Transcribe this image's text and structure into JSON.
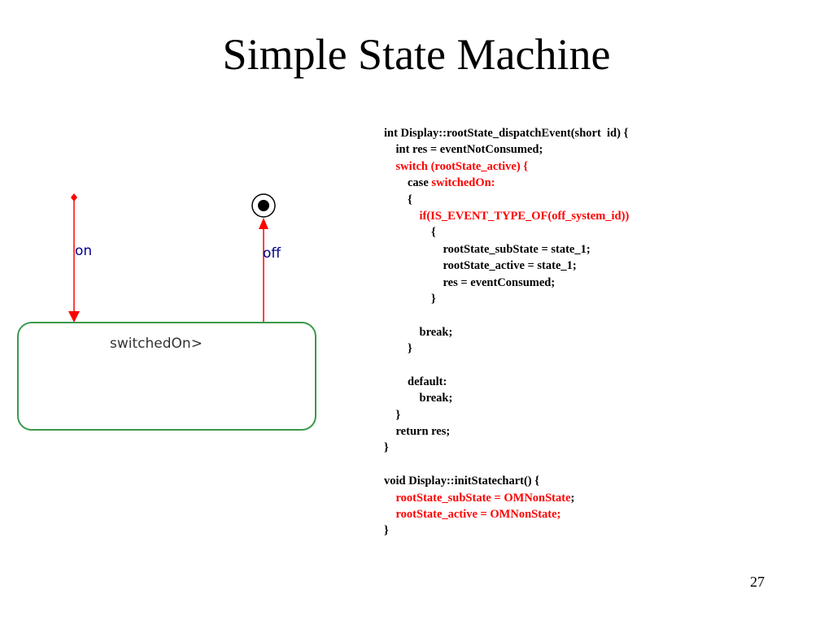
{
  "title": "Simple State Machine",
  "diagram": {
    "state_label": "switchedOn>",
    "on_label": "on",
    "off_label": "off",
    "colors": {
      "transition": "#ff0000",
      "state_border": "#3a9a4a",
      "label": "#00008b"
    }
  },
  "code": {
    "lines": [
      [
        {
          "t": "int Display::rootState_dispatchEvent(short  id) {",
          "red": false
        }
      ],
      [
        {
          "t": "    int res = eventNotConsumed;",
          "red": false
        }
      ],
      [
        {
          "t": "    switch (rootState_active) {",
          "red": true
        }
      ],
      [
        {
          "t": "        case ",
          "red": false
        },
        {
          "t": "switchedOn:",
          "red": true
        }
      ],
      [
        {
          "t": "        {",
          "red": false
        }
      ],
      [
        {
          "t": "            if(IS_EVENT_TYPE_OF(off_system_id))",
          "red": true
        }
      ],
      [
        {
          "t": "                {",
          "red": false
        }
      ],
      [
        {
          "t": "                    rootState_subState = state_1;",
          "red": false
        }
      ],
      [
        {
          "t": "                    rootState_active = state_1;",
          "red": false
        }
      ],
      [
        {
          "t": "                    res = eventConsumed;",
          "red": false
        }
      ],
      [
        {
          "t": "                }",
          "red": false
        }
      ],
      [
        {
          "t": "",
          "red": false
        }
      ],
      [
        {
          "t": "            break;",
          "red": false
        }
      ],
      [
        {
          "t": "        }",
          "red": false
        }
      ],
      [
        {
          "t": "",
          "red": false
        }
      ],
      [
        {
          "t": "        default:",
          "red": false
        }
      ],
      [
        {
          "t": "            break;",
          "red": false
        }
      ],
      [
        {
          "t": "    }",
          "red": false
        }
      ],
      [
        {
          "t": "    return res;",
          "red": false
        }
      ],
      [
        {
          "t": "}",
          "red": false
        }
      ],
      [
        {
          "t": "",
          "red": false
        }
      ],
      [
        {
          "t": "void Display::initStatechart() {",
          "red": false
        }
      ],
      [
        {
          "t": "    rootState_subState = OMNonState",
          "red": true
        },
        {
          "t": ";",
          "red": false
        }
      ],
      [
        {
          "t": "    rootState_active = OMNonState;",
          "red": true
        }
      ],
      [
        {
          "t": "}",
          "red": false
        }
      ]
    ]
  },
  "page_number": "27"
}
